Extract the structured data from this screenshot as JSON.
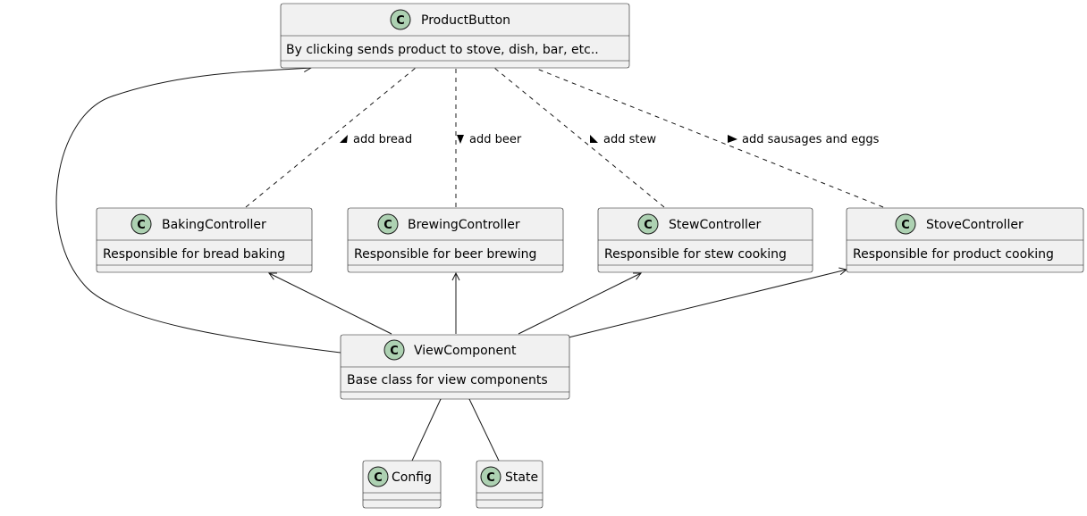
{
  "diagram": {
    "badge_letter": "C",
    "colors": {
      "badge": "#add1b2",
      "box": "#f1f1f1",
      "line": "#181818"
    },
    "classes": {
      "product_button": {
        "name": "ProductButton",
        "description": "By clicking sends product to stove, dish, bar, etc.."
      },
      "baking_controller": {
        "name": "BakingController",
        "description": "Responsible for bread baking"
      },
      "brewing_controller": {
        "name": "BrewingController",
        "description": "Responsible for beer brewing"
      },
      "stew_controller": {
        "name": "StewController",
        "description": "Responsible for stew cooking"
      },
      "stove_controller": {
        "name": "StoveController",
        "description": "Responsible for product cooking"
      },
      "view_component": {
        "name": "ViewComponent",
        "description": "Base class for view components"
      },
      "config": {
        "name": "Config"
      },
      "state": {
        "name": "State"
      }
    },
    "edge_labels": {
      "add_bread": "add bread",
      "add_beer": "add beer",
      "add_stew": "add stew",
      "add_sausages": "add sausages and eggs"
    }
  }
}
